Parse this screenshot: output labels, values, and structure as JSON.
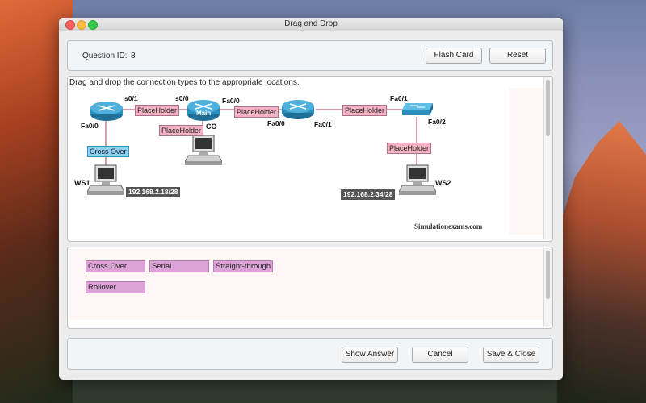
{
  "window": {
    "title": "Drag and Drop"
  },
  "header": {
    "question_label": "Question ID:",
    "question_id": "8",
    "flash_card_label": "Flash Card",
    "reset_label": "Reset"
  },
  "diagram": {
    "instruction": "Drag and drop the connection types to the appropriate locations.",
    "interface_labels": {
      "r1_s01": "s0/1",
      "r1_fa00": "Fa0/0",
      "main_s00": "s0/0",
      "main_fa00": "Fa0/0",
      "r3_fa00": "Fa0/0",
      "r3_fa01": "Fa0/1",
      "sw_fa01": "Fa0/1",
      "sw_fa02": "Fa0/2"
    },
    "router_main_label": "Main",
    "co_label": "CO",
    "placeholders": [
      "PlaceHolder",
      "PlaceHolder",
      "PlaceHolder",
      "PlaceHolder",
      "PlaceHolder"
    ],
    "placed_crossover": "Cross Over",
    "ws1_label": "WS1",
    "ws2_label": "WS2",
    "ws1_ip": "192.168.2.18/28",
    "ws2_ip": "192.168.2.34/28",
    "watermark": "Simulationexams.com"
  },
  "bank": {
    "items": [
      "Cross Over",
      "Serial",
      "Straight-through",
      "Rollover"
    ]
  },
  "footer": {
    "show_answer_label": "Show Answer",
    "cancel_label": "Cancel",
    "save_close_label": "Save & Close"
  },
  "colors": {
    "placeholder": "#f4b2c4",
    "crossover": "#8ed0f2",
    "bank_chip": "#dda3d8",
    "router": "#2b8fc0",
    "link": "#b0607a"
  }
}
